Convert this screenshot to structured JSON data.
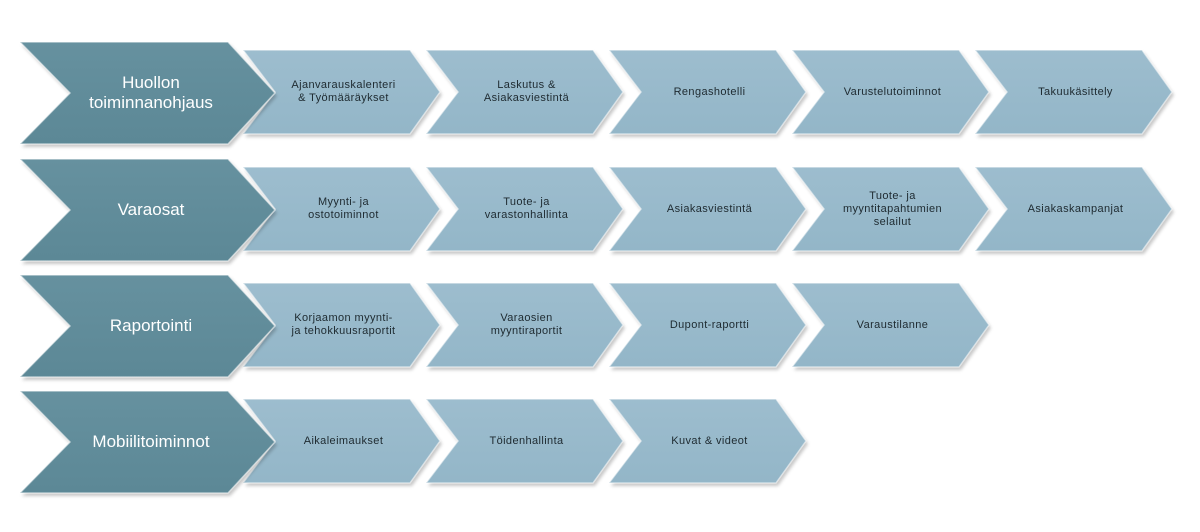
{
  "colors": {
    "main_fill": "#5c8896",
    "main_fill_light": "#66919f",
    "sub_fill": "#93b6c8",
    "sub_fill_light": "#9dbdce",
    "main_text": "#ffffff",
    "sub_text": "#1e2a30"
  },
  "rows": [
    {
      "title": "Huollon\ntoiminnanohjaus",
      "items": [
        "Ajanvarauskalenteri\n& Työmääräykset",
        "Laskutus &\nAsiakasviestintä",
        "Rengashotelli",
        "Varustelutoiminnot",
        "Takuukäsittely"
      ]
    },
    {
      "title": "Varaosat",
      "items": [
        "Myynti- ja\nostotoiminnot",
        "Tuote- ja\nvarastonhallinta",
        "Asiakasviestintä",
        "Tuote- ja\nmyyntitapahtumien\nselailut",
        "Asiakaskampanjat"
      ]
    },
    {
      "title": "Raportointi",
      "items": [
        "Korjaamon myynti-\nja tehokkuusraportit",
        "Varaosien\nmyyntiraportit",
        "Dupont-raportti",
        "Varaustilanne"
      ]
    },
    {
      "title": "Mobiilitoiminnot",
      "items": [
        "Aikaleimaukset",
        "Töidenhallinta",
        "Kuvat & videot"
      ]
    }
  ]
}
